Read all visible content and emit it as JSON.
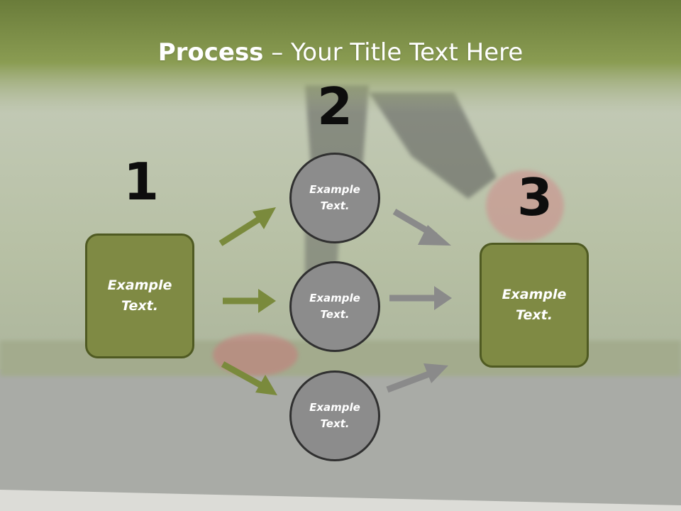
{
  "title": {
    "bold": "Process",
    "rest": " – Your Title Text Here"
  },
  "steps": [
    {
      "number": "1",
      "box_lines": [
        "Example",
        "Text."
      ]
    },
    {
      "number": "2",
      "circles": [
        {
          "lines": [
            "Example",
            "Text."
          ]
        },
        {
          "lines": [
            "Example",
            "Text."
          ]
        },
        {
          "lines": [
            "Example",
            "Text."
          ]
        }
      ]
    },
    {
      "number": "3",
      "box_lines": [
        "Example",
        "Text."
      ]
    }
  ],
  "colors": {
    "header_green": "#7f9546",
    "box_fill": "#7f8a44",
    "box_border": "#4f5a22",
    "circle_fill": "#8c8c8c",
    "circle_border": "#303030",
    "arrow_green": "#7a8a3c",
    "arrow_gray": "#8a8a8a",
    "number_color": "#0d0d0d"
  }
}
